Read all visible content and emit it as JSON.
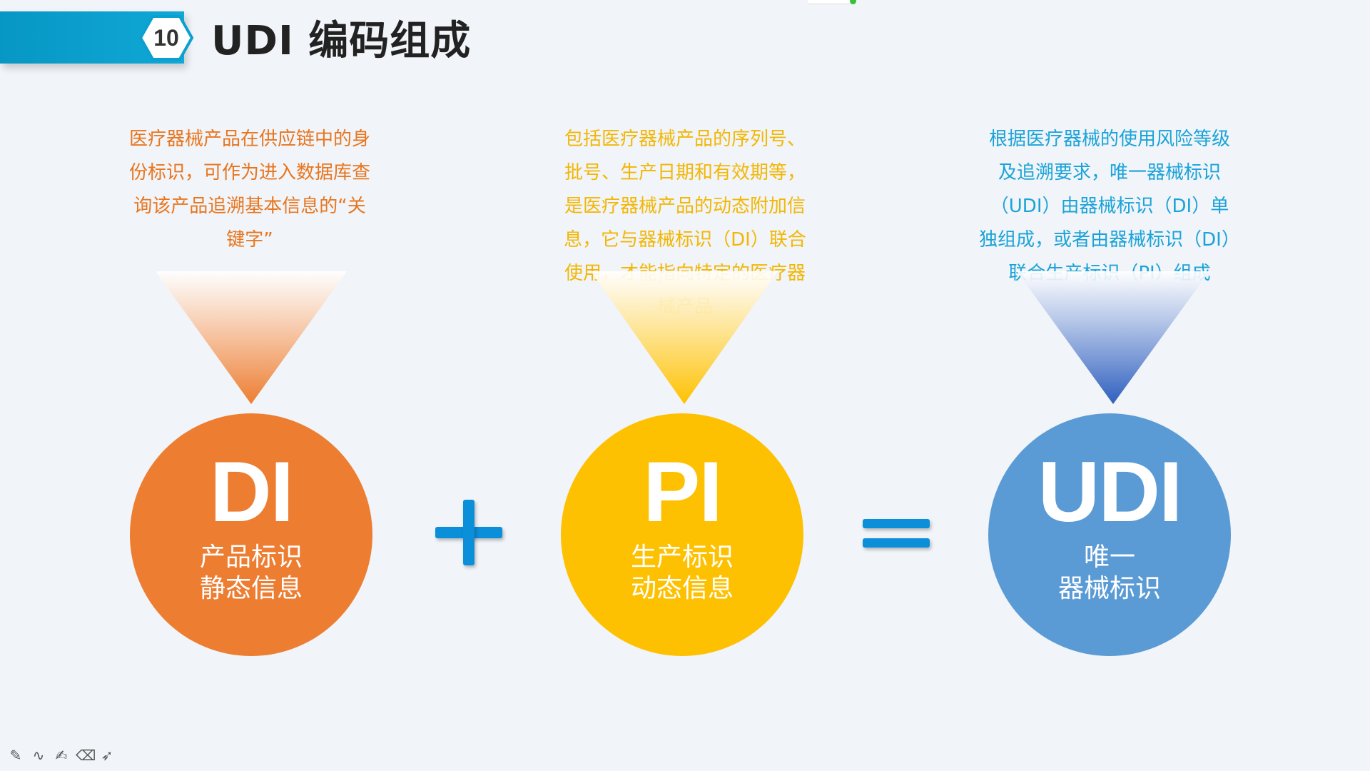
{
  "slide": {
    "number": "10",
    "title": "UDI 编码组成"
  },
  "columns": [
    {
      "description": "医疗器械产品在供应链中的身\n份标识，可作为进入数据库查\n询该产品追溯基本信息的“关\n键字”",
      "code": "DI",
      "subtitle": "产品标识\n静态信息",
      "color": "#ed7d31"
    },
    {
      "description": "包括医疗器械产品的序列号、\n批号、生产日期和有效期等，\n是医疗器械产品的动态附加信\n息，它与器械标识（DI）联合\n使用，才能指向特定的医疗器\n械产品",
      "code": "PI",
      "subtitle": "生产标识\n动态信息",
      "color": "#fec101"
    },
    {
      "description": "根据医疗器械的使用风险等级\n及追溯要求，唯一器械标识\n（UDI）由器械标识（DI）单\n独组成，或者由器械标识（DI）\n联合生产标识（PI）组成",
      "code": "UDI",
      "subtitle": "唯一\n器械标识",
      "color": "#5b9bd5"
    }
  ],
  "operators": [
    "+",
    "="
  ],
  "toolbar": {
    "icons": [
      "pen-icon",
      "curve-icon",
      "highlighter-icon",
      "eraser-icon",
      "pointer-icon"
    ]
  }
}
